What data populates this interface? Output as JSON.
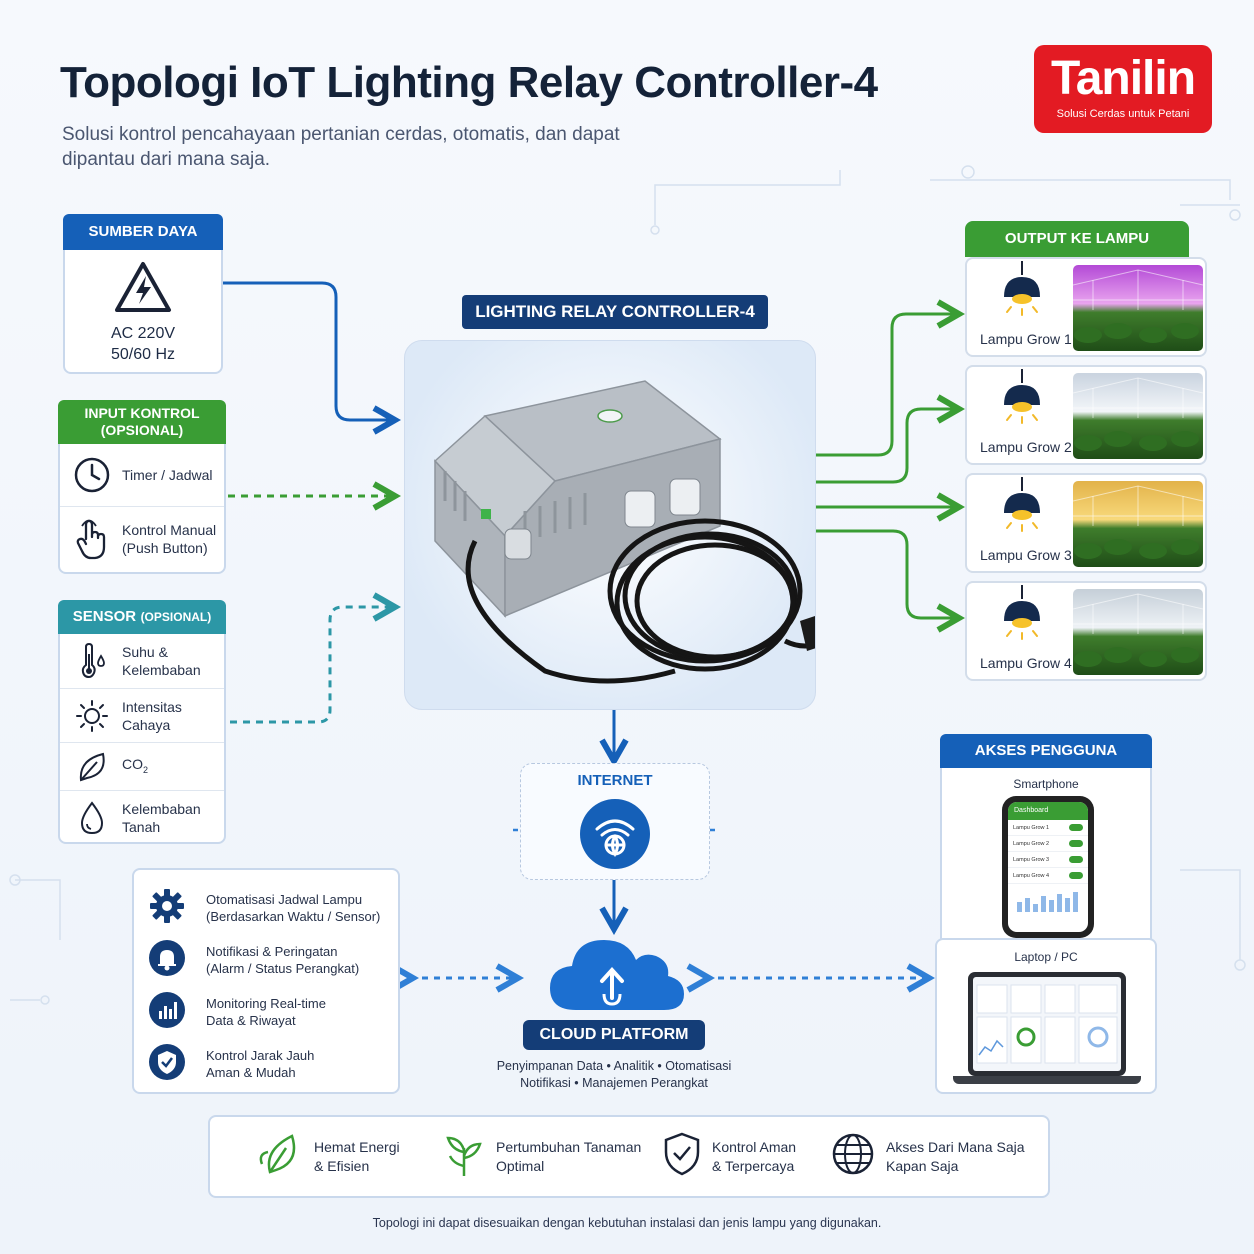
{
  "header": {
    "title": "Topologi IoT Lighting Relay Controller-4",
    "subtitle": "Solusi kontrol pencahayaan pertanian cerdas, otomatis, dan dapat dipantau dari mana saja."
  },
  "logo": {
    "word": "Tanilin",
    "tagline": "Solusi Cerdas untuk Petani"
  },
  "power": {
    "title": "SUMBER DAYA",
    "line1": "AC 220V",
    "line2": "50/60 Hz"
  },
  "input": {
    "title_line1": "INPUT KONTROL",
    "title_line2": "(OPSIONAL)",
    "items": [
      {
        "icon": "clock-icon",
        "label": "Timer / Jadwal"
      },
      {
        "icon": "hand-pointer-icon",
        "line1": "Kontrol Manual",
        "line2": "(Push Button)"
      }
    ]
  },
  "sensor": {
    "title_main": "SENSOR",
    "title_small": "(OPSIONAL)",
    "items": [
      {
        "icon": "thermometer-icon",
        "line1": "Suhu &",
        "line2": "Kelembaban"
      },
      {
        "icon": "sun-icon",
        "line1": "Intensitas",
        "line2": "Cahaya"
      },
      {
        "icon": "leaf-icon",
        "label": "CO",
        "sub": "2"
      },
      {
        "icon": "drop-icon",
        "line1": "Kelembaban",
        "line2": "Tanah"
      }
    ]
  },
  "controller": {
    "title": "LIGHTING RELAY CONTROLLER-4"
  },
  "output": {
    "title": "OUTPUT KE LAMPU",
    "lamps": [
      "Lampu Grow 1",
      "Lampu Grow 2",
      "Lampu Grow 3",
      "Lampu Grow 4"
    ]
  },
  "internet": {
    "label": "INTERNET"
  },
  "cloud": {
    "label": "CLOUD PLATFORM",
    "desc_line1": "Penyimpanan Data • Analitik • Otomatisasi",
    "desc_line2": "Notifikasi • Manajemen Perangkat"
  },
  "features": [
    {
      "icon": "gear-icon",
      "line1": "Otomatisasi Jadwal Lampu",
      "line2": "(Berdasarkan Waktu / Sensor)"
    },
    {
      "icon": "bell-icon",
      "line1": "Notifikasi & Peringatan",
      "line2": "(Alarm / Status Perangkat)"
    },
    {
      "icon": "bar-chart-icon",
      "line1": "Monitoring Real-time",
      "line2": "Data & Riwayat"
    },
    {
      "icon": "shield-check-icon",
      "line1": "Kontrol Jarak Jauh",
      "line2": "Aman & Mudah"
    }
  ],
  "access": {
    "title": "AKSES PENGGUNA",
    "phone_label": "Smartphone",
    "phone_header": "Dashboard",
    "phone_items": [
      "Lampu Grow 1",
      "Lampu Grow 2",
      "Lampu Grow 3",
      "Lampu Grow 4"
    ],
    "laptop_label": "Laptop / PC"
  },
  "benefits": [
    {
      "icon": "eco-leaf-icon",
      "line1": "Hemat Energi",
      "line2": "& Efisien"
    },
    {
      "icon": "sprout-icon",
      "line1": "Pertumbuhan Tanaman",
      "line2": "Optimal"
    },
    {
      "icon": "shield-icon",
      "line1": "Kontrol Aman",
      "line2": "& Terpercaya"
    },
    {
      "icon": "globe-icon",
      "line1": "Akses Dari Mana Saja",
      "line2": "Kapan Saja"
    }
  ],
  "footer": {
    "note": "Topologi ini dapat disesuaikan dengan kebutuhan instalasi dan jenis lampu yang digunakan."
  },
  "colors": {
    "blue": "#1560b8",
    "navy": "#143d77",
    "green": "#3a9d34",
    "teal": "#2c97a6",
    "red": "#e31b23"
  }
}
